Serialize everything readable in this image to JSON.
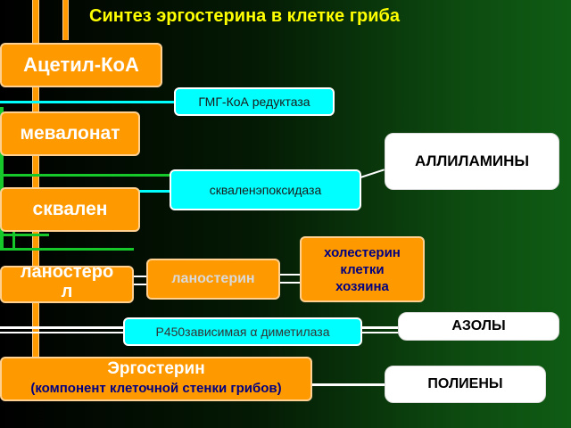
{
  "title": "Синтез эргостерина в клетке гриба",
  "stages": {
    "acetyl_coa": "Ацетил-КоА",
    "mevalonate": "мевалонат",
    "squalene": "сквален",
    "lanosterol_line1": "ланостеро",
    "lanosterol_line2": "л",
    "ergosterol_line1": "Эргостерин",
    "ergosterol_line2": "(компонент клеточной стенки грибов)"
  },
  "enzymes": {
    "hmg_coa_reductase": "ГМГ-КоА редуктаза",
    "squalene_epoxidase": "скваленэпоксидаза",
    "lanosterin": "ланостерин",
    "p450_demethylase": "Р450зависимая α диметилаза"
  },
  "host": {
    "line1": "холестерин",
    "line2": "клетки",
    "line3": "хозяина"
  },
  "drugs": {
    "allylamines": "АЛЛИЛАМИНЫ",
    "azoles": "АЗОЛЫ",
    "polyenes": "ПОЛИЕНЫ"
  },
  "colors": {
    "stage_fill": "#ff9900",
    "enzyme_fill": "#00ffff",
    "drug_fill": "#ffffff",
    "title": "#ffff00",
    "connector": "#17c82a"
  }
}
